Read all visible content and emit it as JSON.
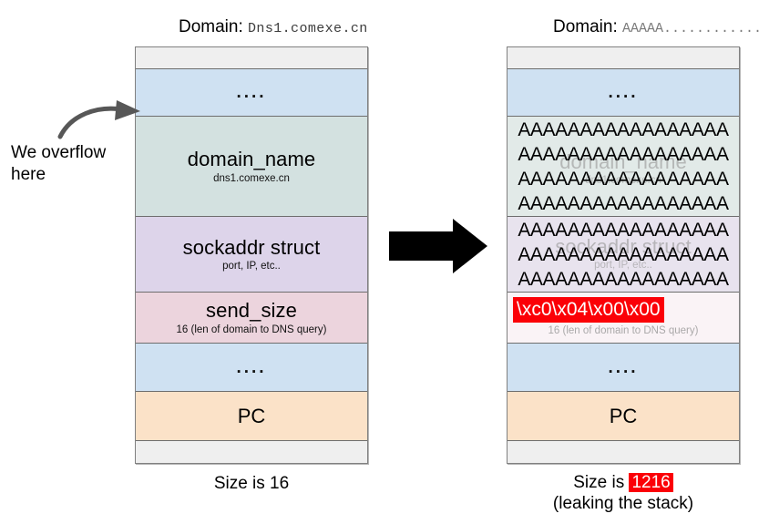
{
  "left": {
    "domain_label": "Domain:",
    "domain_value": "Dns1.comexe.cn",
    "caption": "Size is 16",
    "rows": [
      {
        "name": "top-padding",
        "label": "",
        "sub": "",
        "color": "#efefef"
      },
      {
        "name": "ellipsis-upper",
        "label": "....",
        "sub": "",
        "color": "#cfe1f2"
      },
      {
        "name": "domain-name",
        "label": "domain_name",
        "sub": "dns1.comexe.cn",
        "color": "#d3e1e0"
      },
      {
        "name": "sockaddr-struct",
        "label": "sockaddr struct",
        "sub": "port, IP, etc..",
        "color": "#ddd4ea"
      },
      {
        "name": "send-size",
        "label": "send_size",
        "sub": "16 (len of domain to DNS query)",
        "color": "#ecd4dd"
      },
      {
        "name": "ellipsis-lower",
        "label": "....",
        "sub": "",
        "color": "#cfe1f2"
      },
      {
        "name": "program-counter",
        "label": "PC",
        "sub": "",
        "color": "#fbe2c8"
      },
      {
        "name": "bottom-padding",
        "label": "",
        "sub": "",
        "color": "#efefef"
      }
    ]
  },
  "right": {
    "domain_label": "Domain:",
    "domain_value": "AAAAA............",
    "caption_line1_prefix": "Size is ",
    "caption_line1_value": "1216",
    "caption_line2": "(leaking the stack)",
    "a_run": "AAAAAAAAAAAAAAAAA",
    "payload": "\\xc0\\x04\\x00\\x00",
    "ghost_domain_name": "domain_name",
    "ghost_domain_sub": "dns1.comexe.cn",
    "ghost_sockaddr": "sockaddr struct",
    "ghost_sockaddr_sub": "port, IP, etc..",
    "ghost_sendsize_sub": "16 (len of domain to DNS query)",
    "rows": [
      {
        "name": "top-padding",
        "label": "",
        "sub": "",
        "color": "#efefef"
      },
      {
        "name": "ellipsis-upper",
        "label": "....",
        "sub": "",
        "color": "#cfe1f2"
      },
      {
        "name": "domain-name-overflowed",
        "label": "",
        "sub": "",
        "color": "#e2eae8"
      },
      {
        "name": "sockaddr-struct-overflowed",
        "label": "",
        "sub": "",
        "color": "#e8e3ee"
      },
      {
        "name": "send-size-overwritten",
        "label": "",
        "sub": "",
        "color": "#ecd4dd"
      },
      {
        "name": "ellipsis-lower",
        "label": "....",
        "sub": "",
        "color": "#cfe1f2"
      },
      {
        "name": "program-counter",
        "label": "PC",
        "sub": "",
        "color": "#fbe2c8"
      },
      {
        "name": "bottom-padding",
        "label": "",
        "sub": "",
        "color": "#efefef"
      }
    ]
  },
  "annotation": {
    "line1": "We overflow",
    "line2": "here"
  },
  "colors": {
    "highlight_red": "#fb0007",
    "arrow_black": "#000000",
    "arrow_gray": "#575757",
    "border_gray": "#6e6e6e"
  }
}
